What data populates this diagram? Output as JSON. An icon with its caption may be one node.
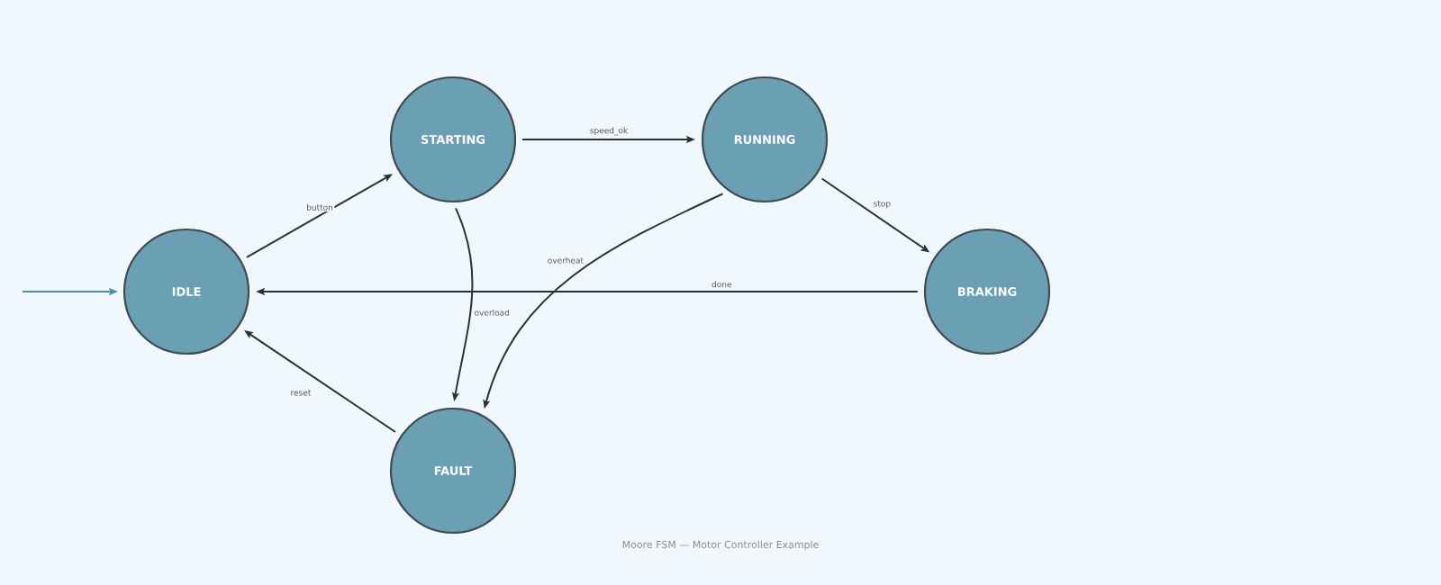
{
  "diagram": {
    "caption": "Moore FSM — Motor Controller Example",
    "nodes": [
      {
        "text": [
          "IDLE"
        ]
      },
      {
        "text": [
          "STARTING"
        ]
      },
      {
        "text": [
          "RUNNING"
        ]
      },
      {
        "text": [
          "BRAKING"
        ]
      },
      {
        "text": [
          "FAULT"
        ]
      }
    ],
    "edges": [
      {
        "from": null,
        "to": 0,
        "arrow": "to",
        "color": "#4a8fa8"
      },
      {
        "from": 0,
        "to": 1,
        "arrow": "to",
        "label": "button"
      },
      {
        "from": 1,
        "to": 2,
        "arrow": "to",
        "label": "speed_ok"
      },
      {
        "from": 2,
        "to": 3,
        "arrow": "to",
        "label": "stop"
      },
      {
        "from": 3,
        "to": 0,
        "arrow": "to",
        "label": "done"
      },
      {
        "from": 1,
        "to": 4,
        "arrow": "to",
        "label": "overload"
      },
      {
        "from": 2,
        "to": 4,
        "arrow": "to",
        "label": "overheat"
      },
      {
        "from": 4,
        "to": 0,
        "arrow": "to",
        "label": "reset"
      }
    ]
  }
}
